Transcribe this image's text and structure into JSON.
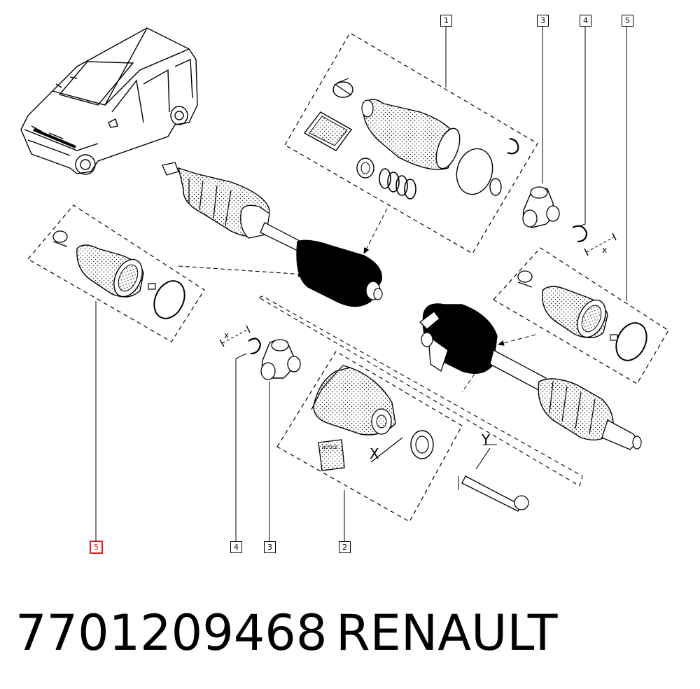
{
  "diagram": {
    "callouts": [
      {
        "id": "callout-1-top",
        "label": "1"
      },
      {
        "id": "callout-3-top",
        "label": "3"
      },
      {
        "id": "callout-4-top",
        "label": "4"
      },
      {
        "id": "callout-5-top",
        "label": "5"
      },
      {
        "id": "callout-5-bottom",
        "label": "5",
        "highlighted": true
      },
      {
        "id": "callout-4-bottom",
        "label": "4"
      },
      {
        "id": "callout-3-bottom",
        "label": "3"
      },
      {
        "id": "callout-2-bottom",
        "label": "2"
      }
    ],
    "dimension_labels": {
      "x_small_right": "x",
      "x_small_left": "x",
      "x_large": "X",
      "y_large": "Y"
    },
    "notice_text": "NOTICE",
    "highlight_color": "#e02020"
  },
  "caption": {
    "part_number": "7701209468",
    "brand": "RENAULT"
  }
}
